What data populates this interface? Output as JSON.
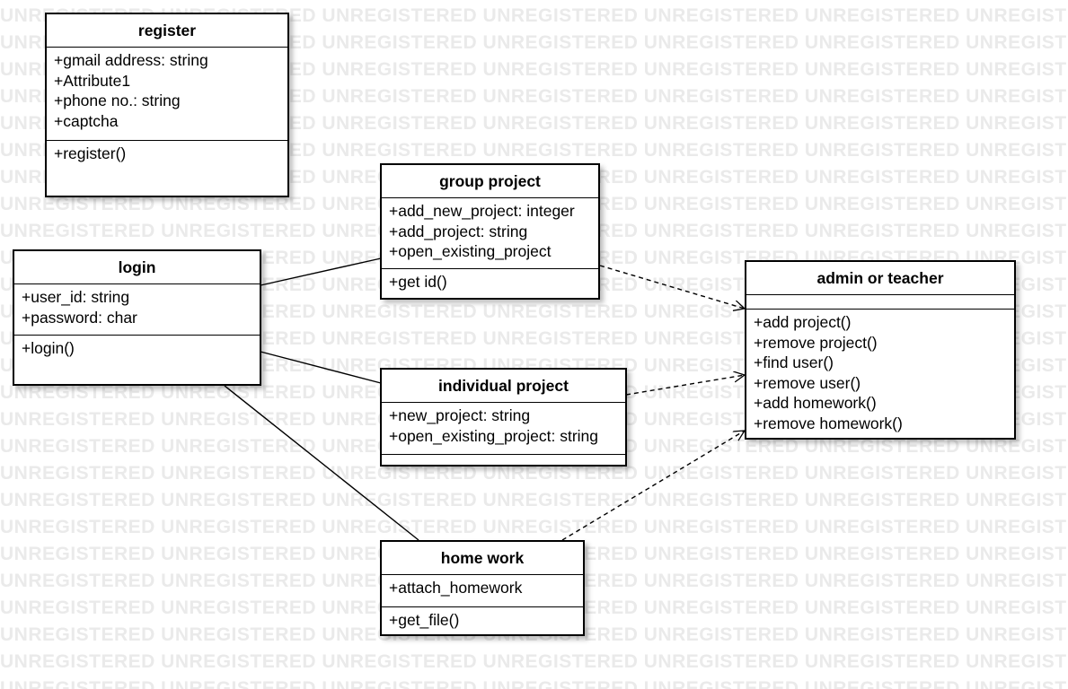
{
  "watermark_text": "UNREGISTERED",
  "classes": {
    "register": {
      "name": "register",
      "attributes": [
        "+gmail address: string",
        "+Attribute1",
        "+phone no.: string",
        "+captcha"
      ],
      "operations": [
        "+register()"
      ]
    },
    "group_project": {
      "name": "group project",
      "attributes": [
        "+add_new_project: integer",
        "+add_project: string",
        "+open_existing_project"
      ],
      "operations": [
        "+get id()"
      ]
    },
    "login": {
      "name": "login",
      "attributes": [
        "+user_id: string",
        "+password: char"
      ],
      "operations": [
        "+login()"
      ]
    },
    "admin": {
      "name": "admin or teacher",
      "attributes": [],
      "operations": [
        "+add project()",
        "+remove project()",
        "+find user()",
        "+remove user()",
        "+add homework()",
        "+remove homework()"
      ]
    },
    "individual_project": {
      "name": "individual project",
      "attributes": [
        "+new_project: string",
        "+open_existing_project: string"
      ],
      "operations": []
    },
    "home_work": {
      "name": "home work",
      "attributes": [
        "+attach_homework"
      ],
      "operations": [
        "+get_file()"
      ]
    }
  },
  "relations": [
    {
      "from": "login",
      "to": "group_project",
      "kind": "association"
    },
    {
      "from": "login",
      "to": "individual_project",
      "kind": "association"
    },
    {
      "from": "login",
      "to": "home_work",
      "kind": "association"
    },
    {
      "from": "group_project",
      "to": "admin",
      "kind": "dependency"
    },
    {
      "from": "individual_project",
      "to": "admin",
      "kind": "dependency"
    },
    {
      "from": "home_work",
      "to": "admin",
      "kind": "dependency"
    }
  ]
}
